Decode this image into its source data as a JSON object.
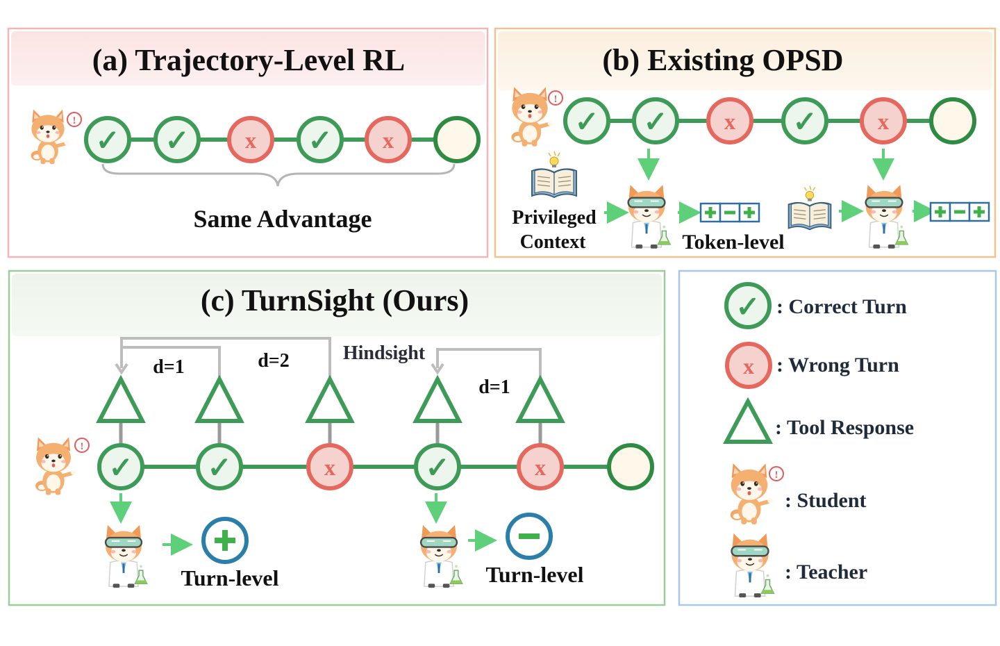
{
  "colors": {
    "green": "#3e9a57",
    "green_dark": "#2f8a42",
    "red": "#e4685e",
    "red_fill": "#f6d2ce",
    "green_fill": "#ecf6ec",
    "end_fill": "#fdf8ea",
    "arrow_green": "#5fd07a",
    "hindsight_gray": "#bdbdbd",
    "sign_blue": "#2a7ea8",
    "panel_a_border": "#f2b6b6",
    "panel_b_border": "#f3c090",
    "panel_c_border": "#9ccc99",
    "panel_legend_border": "#a8c8e6"
  },
  "panel_a": {
    "title": "(a) Trajectory-Level RL",
    "turns": [
      "correct",
      "correct",
      "wrong",
      "correct",
      "wrong",
      "end"
    ],
    "brace_label": "Same Advantage"
  },
  "panel_b": {
    "title": "(b) Existing OPSD",
    "turns": [
      "correct",
      "correct",
      "wrong",
      "correct",
      "wrong",
      "end"
    ],
    "privileged_line1": "Privileged",
    "privileged_line2": "Context",
    "token_label": "Token-level",
    "token_signs": [
      "+",
      "−",
      "+"
    ]
  },
  "panel_c": {
    "title": "(c) TurnSight (Ours)",
    "turns": [
      "correct",
      "correct",
      "wrong",
      "correct",
      "wrong",
      "end"
    ],
    "d1_a": "d=1",
    "d2": "d=2",
    "hindsight": "Hindsight",
    "d1_b": "d=1",
    "turn_level_1": "Turn-level",
    "turn_level_2": "Turn-level",
    "sign_1": "+",
    "sign_2": "−"
  },
  "legend": {
    "correct": ": Correct Turn",
    "wrong": ": Wrong Turn",
    "tool": ": Tool Response",
    "student": ": Student",
    "teacher": ": Teacher"
  },
  "glyphs": {
    "check": "✓",
    "cross": "x",
    "exclaim": "!"
  }
}
